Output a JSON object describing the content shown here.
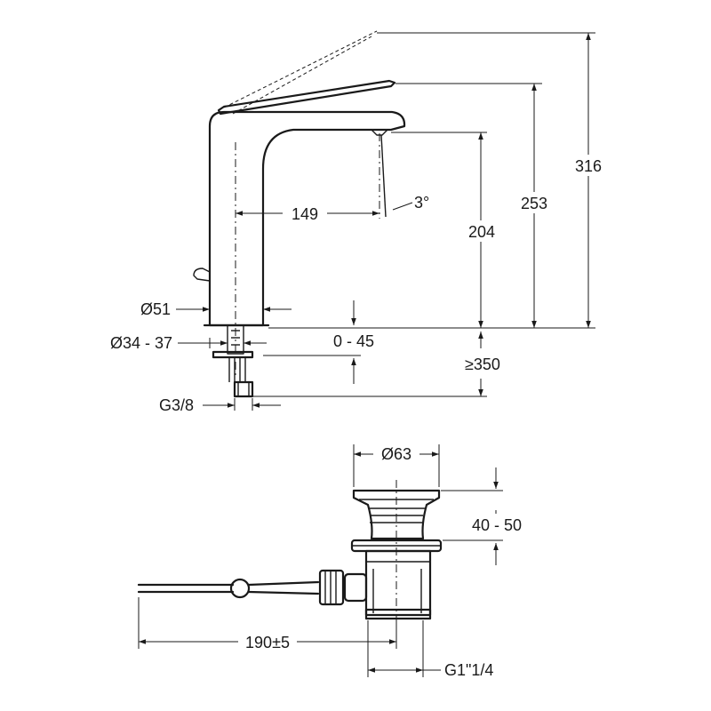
{
  "dimensions": {
    "spout_reach": "149",
    "spout_angle": "3°",
    "spout_height": "204",
    "lever_height": "253",
    "lever_open_height": "316",
    "base_diameter": "Ø51",
    "hole_diameter": "Ø34 - 37",
    "deck_thickness": "0 - 45",
    "hose_length": "≥350",
    "connection_thread": "G3/8",
    "waste_diameter": "Ø63",
    "waste_flange_height": "40 - 50",
    "pull_rod_length": "190±5",
    "waste_thread": "G1\"1/4"
  }
}
